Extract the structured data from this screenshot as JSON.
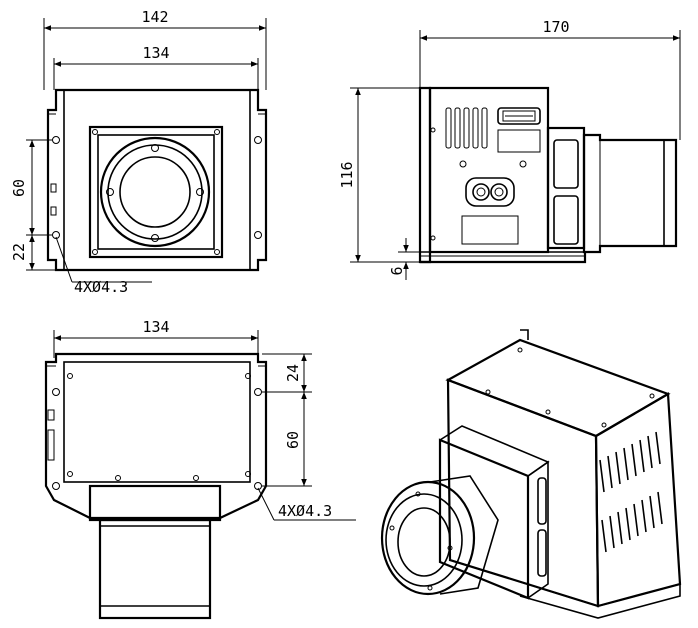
{
  "front_view": {
    "dim_overall_width": "142",
    "dim_mount_width": "134",
    "dim_hole_spacing": "60",
    "dim_hole_offset": "22",
    "hole_callout": "4XØ4.3"
  },
  "side_view": {
    "dim_length": "170",
    "dim_height": "116",
    "dim_base": "6"
  },
  "top_view": {
    "dim_mount_width": "134",
    "dim_hole_offset": "24",
    "dim_hole_spacing": "60",
    "hole_callout": "4XØ4.3"
  },
  "iso_view": {
    "label": ""
  }
}
